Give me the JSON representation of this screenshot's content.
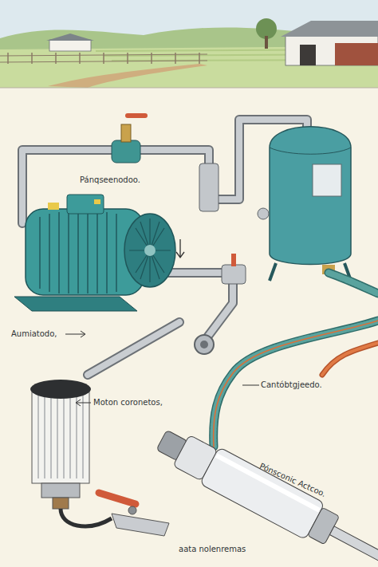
{
  "diagram": {
    "labels": [
      "Pánqseenodoo.",
      "Aumiatodo,",
      "Moton coronetos,",
      "Cantóbtgjeedo.",
      "Pónsconic Actcoo.",
      "aata nolenremas"
    ]
  }
}
